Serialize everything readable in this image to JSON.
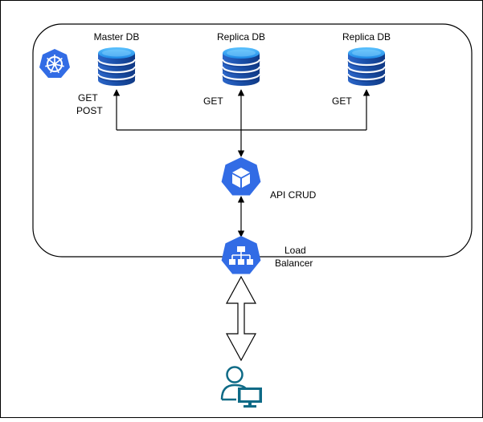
{
  "nodes": {
    "master_db": {
      "label": "Master DB",
      "ops": [
        "GET",
        "POST"
      ]
    },
    "replica_db_1": {
      "label": "Replica DB",
      "ops": [
        "GET"
      ]
    },
    "replica_db_2": {
      "label": "Replica DB",
      "ops": [
        "GET"
      ]
    },
    "api": {
      "label": "API CRUD"
    },
    "load_balancer": {
      "label_lines": [
        "Load",
        "Balancer"
      ]
    },
    "user": {}
  },
  "colors": {
    "kube_blue": "#326CE5",
    "db_top": "#1E90FF",
    "db_body": "#1A4FA8",
    "db_dark": "#0B2E7A",
    "user_teal": "#0E6A86",
    "line": "#000000"
  },
  "icons": {
    "kubernetes": "kubernetes-icon",
    "database": "database-icon",
    "api": "cube-icon",
    "load_balancer": "network-icon",
    "user": "user-workstation-icon"
  }
}
